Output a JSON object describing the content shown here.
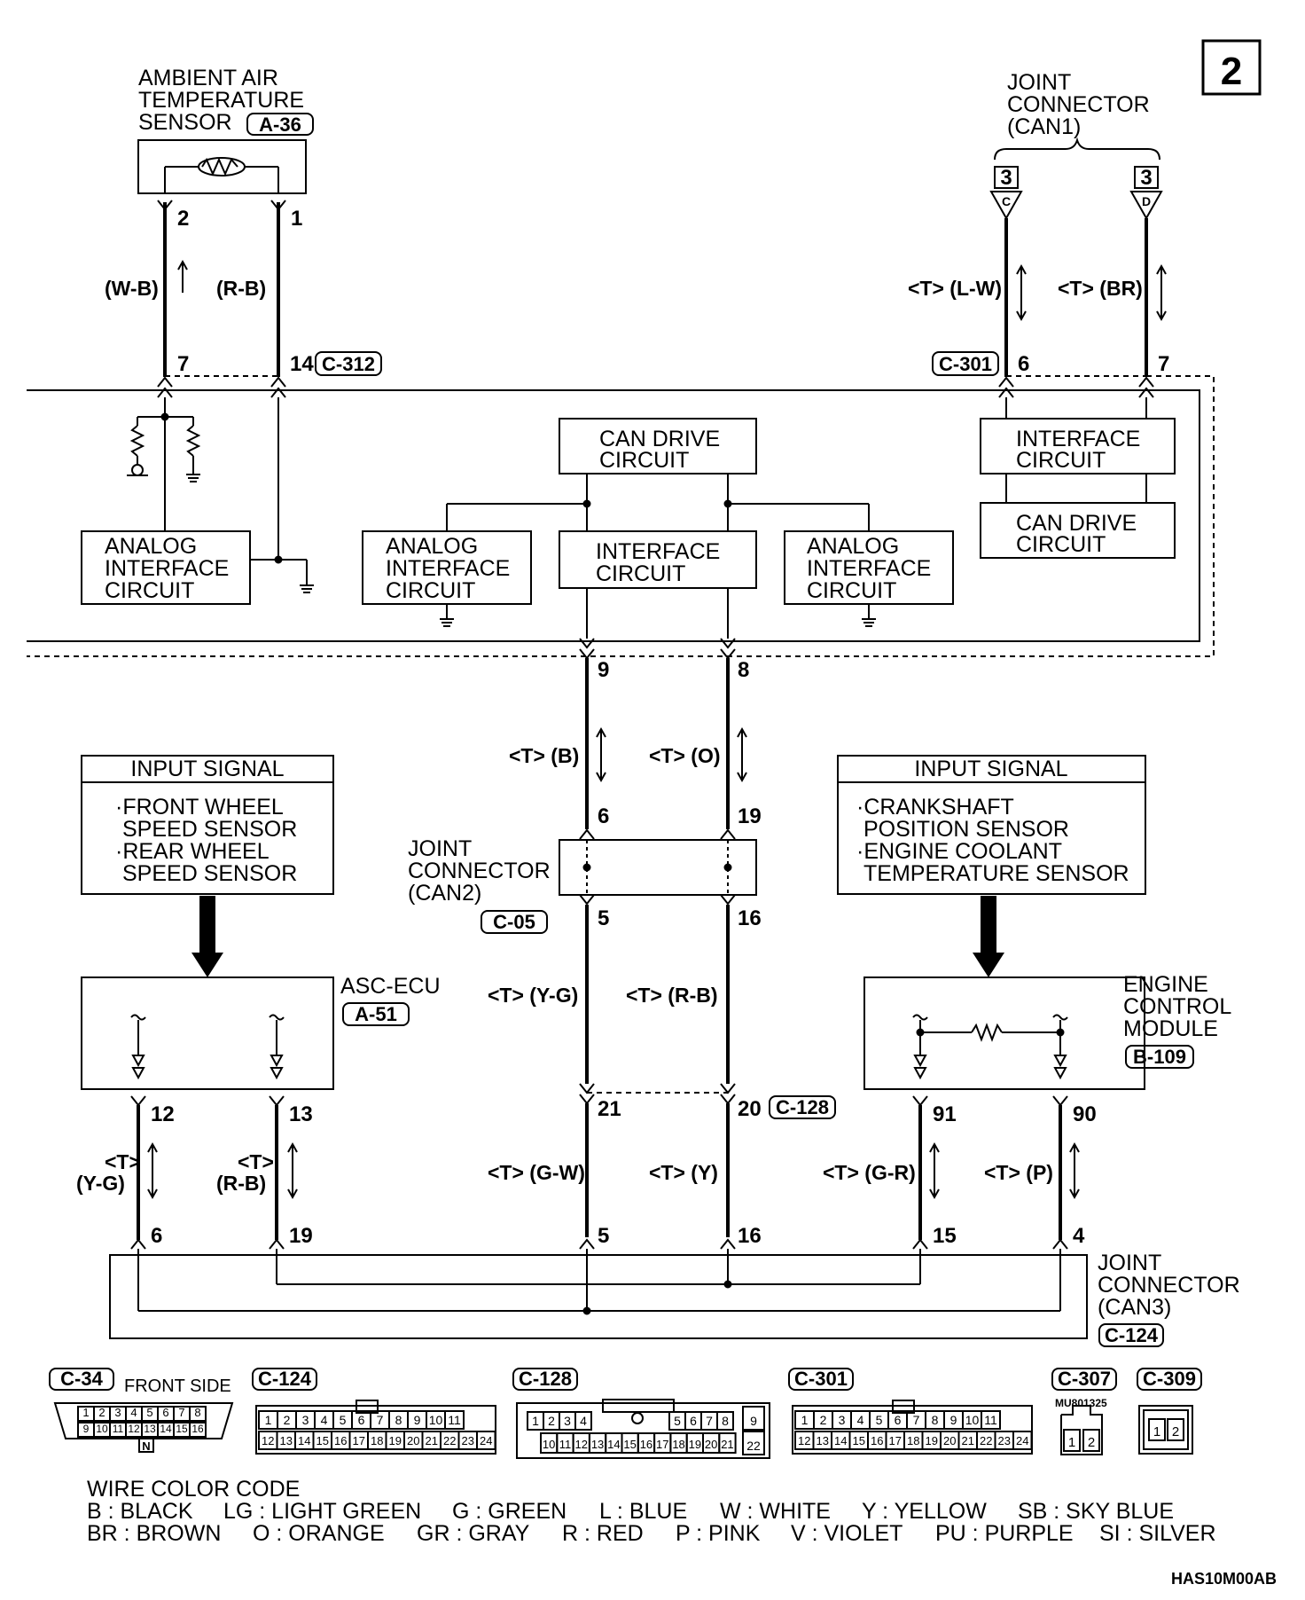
{
  "page_number": "2",
  "footer_code": "HAS10M00AB",
  "ambient_sensor": {
    "line1": "AMBIENT AIR",
    "line2": "TEMPERATURE",
    "line3": "SENSOR",
    "connector": "A-36",
    "pin_a": "2",
    "pin_b": "1"
  },
  "upper_wires": {
    "left_color": "(W-B)",
    "right_color": "(R-B)",
    "left_pin": "7",
    "right_pin": "14",
    "connector": "C-312"
  },
  "joint_can1": {
    "line1": "JOINT",
    "line2": "CONNECTOR",
    "line3": "(CAN1)",
    "ref_c": "3",
    "letter_c": "C",
    "ref_d": "3",
    "letter_d": "D",
    "wire_a": "<T> (L-W)",
    "wire_b": "<T> (BR)",
    "connector": "C-301",
    "pin_a": "6",
    "pin_b": "7"
  },
  "meter_blocks": {
    "can_drive": {
      "line1": "CAN DRIVE",
      "line2": "CIRCUIT"
    },
    "interface_mid": {
      "line1": "INTERFACE",
      "line2": "CIRCUIT"
    },
    "analog_left": {
      "line1": "ANALOG",
      "line2": "INTERFACE",
      "line3": "CIRCUIT"
    },
    "analog_mid": {
      "line1": "ANALOG",
      "line2": "INTERFACE",
      "line3": "CIRCUIT"
    },
    "analog_right": {
      "line1": "ANALOG",
      "line2": "INTERFACE",
      "line3": "CIRCUIT"
    },
    "interface_right": {
      "line1": "INTERFACE",
      "line2": "CIRCUIT"
    },
    "can_drive_right": {
      "line1": "CAN DRIVE",
      "line2": "CIRCUIT"
    }
  },
  "center_wires": {
    "pin_9": "9",
    "pin_8": "8",
    "color_b": "<T> (B)",
    "color_o": "<T> (O)",
    "pin_6": "6",
    "pin_19": "19",
    "pin_5": "5",
    "pin_16": "16",
    "color_yg": "<T> (Y-G)",
    "color_rb": "<T> (R-B)",
    "pin_21": "21",
    "pin_20": "20",
    "connector_c128": "C-128",
    "color_gw": "<T> (G-W)",
    "color_y": "<T> (Y)",
    "pin_5b": "5",
    "pin_16b": "16"
  },
  "joint_can2": {
    "line1": "JOINT",
    "line2": "CONNECTOR",
    "line3": "(CAN2)",
    "connector": "C-05"
  },
  "input_left": {
    "title": "INPUT SIGNAL",
    "l1": "·FRONT WHEEL",
    "l2": "SPEED SENSOR",
    "l3": "·REAR WHEEL",
    "l4": "SPEED SENSOR"
  },
  "input_right": {
    "title": "INPUT SIGNAL",
    "l1": "·CRANKSHAFT",
    "l2": "POSITION SENSOR",
    "l3": "·ENGINE COOLANT",
    "l4": "TEMPERATURE SENSOR"
  },
  "asc_ecu": {
    "name": "ASC-ECU",
    "connector": "A-51",
    "pin_a": "12",
    "pin_b": "13",
    "color_a_t": "<T>",
    "color_a": "(Y-G)",
    "color_b_t": "<T>",
    "color_b": "(R-B)",
    "pin_c": "6",
    "pin_d": "19"
  },
  "ecm": {
    "line1": "ENGINE",
    "line2": "CONTROL",
    "line3": "MODULE",
    "connector": "B-109",
    "pin_a": "91",
    "pin_b": "90",
    "color_a": "<T> (G-R)",
    "color_b": "<T> (P)",
    "pin_c": "15",
    "pin_d": "4"
  },
  "joint_can3": {
    "line1": "JOINT",
    "line2": "CONNECTOR",
    "line3": "(CAN3)",
    "connector": "C-124"
  },
  "connector_views": {
    "c34": {
      "id": "C-34",
      "note": "FRONT SIDE",
      "top": [
        "1",
        "2",
        "3",
        "4",
        "5",
        "6",
        "7",
        "8"
      ],
      "bottom": [
        "9",
        "10",
        "11",
        "12",
        "13",
        "14",
        "15",
        "16"
      ],
      "key": "N"
    },
    "c124": {
      "id": "C-124",
      "top": [
        "1",
        "2",
        "3",
        "4",
        "5",
        "6",
        "7",
        "8",
        "9",
        "10",
        "11"
      ],
      "bottom": [
        "12",
        "13",
        "14",
        "15",
        "16",
        "17",
        "18",
        "19",
        "20",
        "21",
        "22",
        "23",
        "24"
      ]
    },
    "c128": {
      "id": "C-128",
      "top_left": [
        "1",
        "2",
        "3",
        "4"
      ],
      "top_right": [
        "5",
        "6",
        "7",
        "8"
      ],
      "end_top": "9",
      "bottom": [
        "10",
        "11",
        "12",
        "13",
        "14",
        "15",
        "16",
        "17",
        "18",
        "19",
        "20",
        "21"
      ],
      "end_bottom": "22"
    },
    "c301": {
      "id": "C-301",
      "top": [
        "1",
        "2",
        "3",
        "4",
        "5",
        "6",
        "7",
        "8",
        "9",
        "10",
        "11"
      ],
      "bottom": [
        "12",
        "13",
        "14",
        "15",
        "16",
        "17",
        "18",
        "19",
        "20",
        "21",
        "22",
        "23",
        "24"
      ]
    },
    "c307": {
      "id": "C-307",
      "part": "MU801325",
      "pins": [
        "1",
        "2"
      ]
    },
    "c309": {
      "id": "C-309",
      "pins": [
        "1",
        "2"
      ]
    }
  },
  "wire_color_code": {
    "title": "WIRE COLOR CODE",
    "row1": [
      "B : BLACK",
      "LG : LIGHT GREEN",
      "G : GREEN",
      "L : BLUE",
      "W : WHITE",
      "Y : YELLOW",
      "SB : SKY BLUE"
    ],
    "row2": [
      "BR : BROWN",
      "O : ORANGE",
      "GR : GRAY",
      "R : RED",
      "P : PINK",
      "V : VIOLET",
      "PU : PURPLE",
      "SI : SILVER"
    ]
  }
}
